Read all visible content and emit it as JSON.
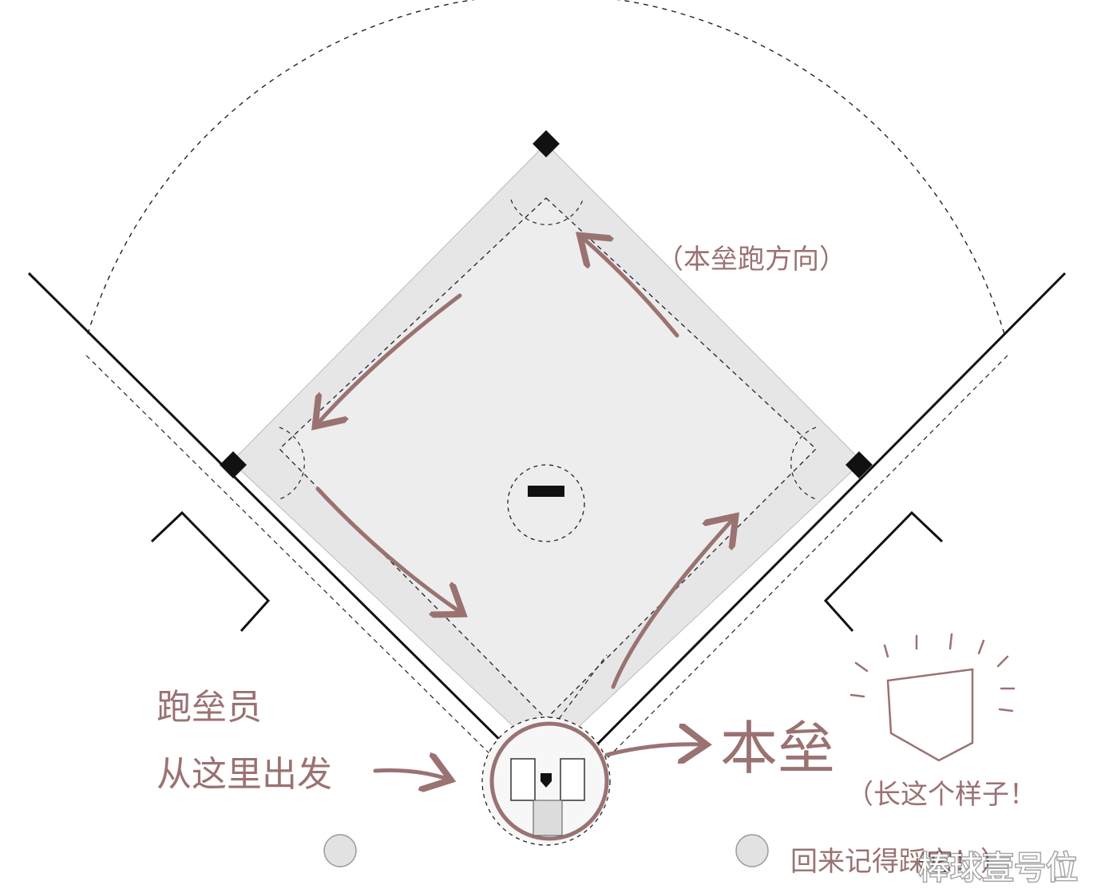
{
  "annotations": {
    "direction_note": "（本垒跑方向）",
    "runner_line1": "跑垒员",
    "runner_line2": "从这里出发",
    "home_label": "本垒",
    "shape_note_line1": "（长这个样子！",
    "shape_note_line2": "回来记得踩它！）"
  },
  "watermark": "棒球壹号位",
  "colors": {
    "ink": "#111111",
    "infield": "#e6e6e6",
    "handwriting": "#9a7272",
    "dash": "#222222"
  }
}
